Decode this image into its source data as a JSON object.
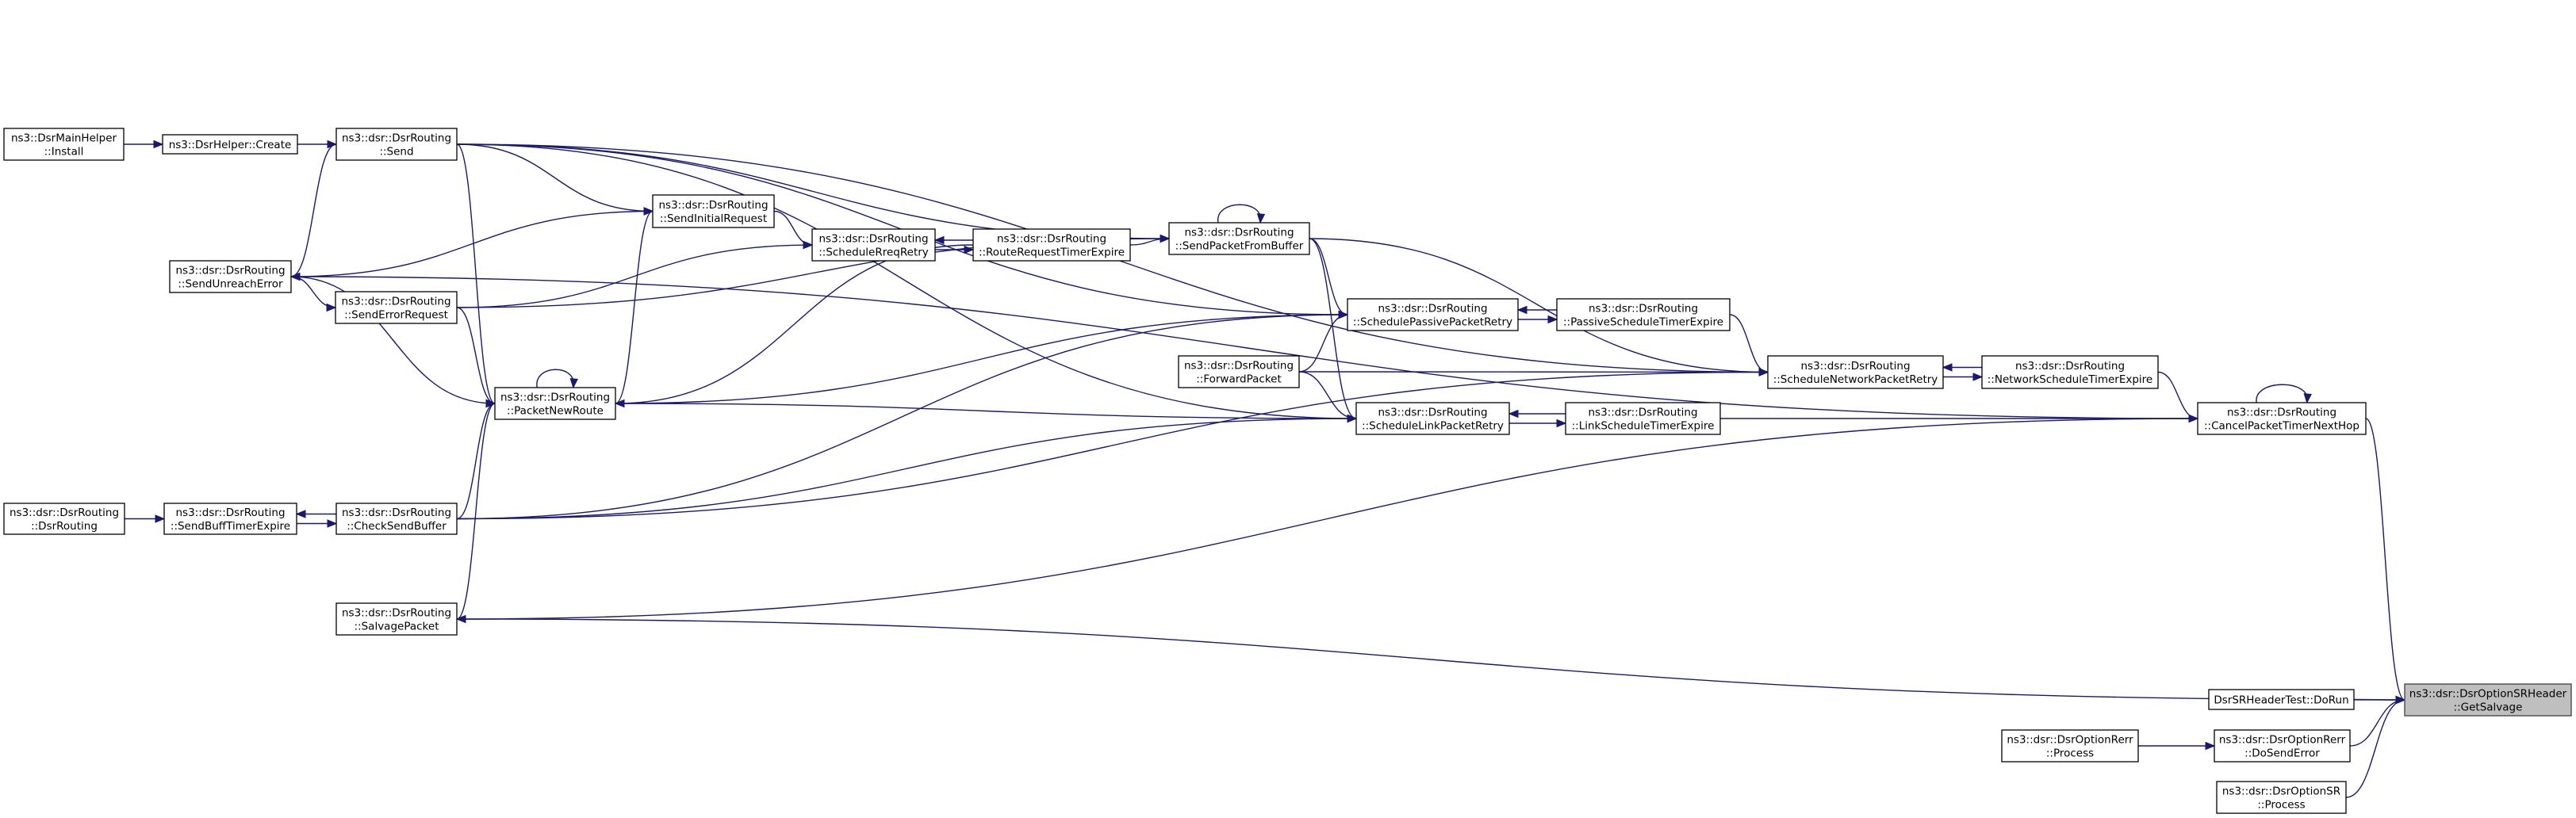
{
  "title": "ns3::dsr::DsrOptionSRHeader::GetSalvage caller graph",
  "colors": {
    "edge": "#191970",
    "focus_fill": "#bfbfbf",
    "node_fill": "#ffffff",
    "node_border": "#000000"
  },
  "nodes": [
    {
      "id": "install",
      "lines": [
        "ns3::DsrMainHelper",
        "::Install"
      ]
    },
    {
      "id": "create",
      "lines": [
        "ns3::DsrHelper::Create"
      ]
    },
    {
      "id": "send",
      "lines": [
        "ns3::dsr::DsrRouting",
        "::Send"
      ]
    },
    {
      "id": "sendUnreach",
      "lines": [
        "ns3::dsr::DsrRouting",
        "::SendUnreachError"
      ]
    },
    {
      "id": "sendErrReq",
      "lines": [
        "ns3::dsr::DsrRouting",
        "::SendErrorRequest"
      ]
    },
    {
      "id": "packetNewRoute",
      "lines": [
        "ns3::dsr::DsrRouting",
        "::PacketNewRoute"
      ]
    },
    {
      "id": "sendInitReq",
      "lines": [
        "ns3::dsr::DsrRouting",
        "::SendInitialRequest"
      ]
    },
    {
      "id": "schedRreq",
      "lines": [
        "ns3::dsr::DsrRouting",
        "::ScheduleRreqRetry"
      ]
    },
    {
      "id": "routeReqTimer",
      "lines": [
        "ns3::dsr::DsrRouting",
        "::RouteRequestTimerExpire"
      ]
    },
    {
      "id": "sendPktBuf",
      "lines": [
        "ns3::dsr::DsrRouting",
        "::SendPacketFromBuffer"
      ]
    },
    {
      "id": "forwardPkt",
      "lines": [
        "ns3::dsr::DsrRouting",
        "::ForwardPacket"
      ]
    },
    {
      "id": "schedPassive",
      "lines": [
        "ns3::dsr::DsrRouting",
        "::SchedulePassivePacketRetry"
      ]
    },
    {
      "id": "passiveTimer",
      "lines": [
        "ns3::dsr::DsrRouting",
        "::PassiveScheduleTimerExpire"
      ]
    },
    {
      "id": "schedLink",
      "lines": [
        "ns3::dsr::DsrRouting",
        "::ScheduleLinkPacketRetry"
      ]
    },
    {
      "id": "linkTimer",
      "lines": [
        "ns3::dsr::DsrRouting",
        "::LinkScheduleTimerExpire"
      ]
    },
    {
      "id": "schedNetwork",
      "lines": [
        "ns3::dsr::DsrRouting",
        "::ScheduleNetworkPacketRetry"
      ]
    },
    {
      "id": "networkTimer",
      "lines": [
        "ns3::dsr::DsrRouting",
        "::NetworkScheduleTimerExpire"
      ]
    },
    {
      "id": "cancelTimer",
      "lines": [
        "ns3::dsr::DsrRouting",
        "::CancelPacketTimerNextHop"
      ]
    },
    {
      "id": "dsrRouting",
      "lines": [
        "ns3::dsr::DsrRouting",
        "::DsrRouting"
      ]
    },
    {
      "id": "sendBuffTimer",
      "lines": [
        "ns3::dsr::DsrRouting",
        "::SendBuffTimerExpire"
      ]
    },
    {
      "id": "checkSendBuf",
      "lines": [
        "ns3::dsr::DsrRouting",
        "::CheckSendBuffer"
      ]
    },
    {
      "id": "salvagePkt",
      "lines": [
        "ns3::dsr::DsrRouting",
        "::SalvagePacket"
      ]
    },
    {
      "id": "getSalvage",
      "lines": [
        "ns3::dsr::DsrOptionSRHeader",
        "::GetSalvage"
      ],
      "focus": true
    },
    {
      "id": "doRun",
      "lines": [
        "DsrSRHeaderTest::DoRun"
      ]
    },
    {
      "id": "doSendError",
      "lines": [
        "ns3::dsr::DsrOptionRerr",
        "::DoSendError"
      ]
    },
    {
      "id": "rerrProcess",
      "lines": [
        "ns3::dsr::DsrOptionRerr",
        "::Process"
      ]
    },
    {
      "id": "srProcess",
      "lines": [
        "ns3::dsr::DsrOptionSR",
        "::Process"
      ]
    }
  ],
  "edges": [
    [
      "install",
      "create"
    ],
    [
      "create",
      "send"
    ],
    [
      "send",
      "sendInitReq"
    ],
    [
      "send",
      "packetNewRoute"
    ],
    [
      "send",
      "sendPktBuf"
    ],
    [
      "send",
      "schedPassive"
    ],
    [
      "send",
      "schedNetwork"
    ],
    [
      "send",
      "schedLink"
    ],
    [
      "send",
      "sendUnreach"
    ],
    [
      "sendUnreach",
      "sendInitReq"
    ],
    [
      "sendUnreach",
      "sendErrReq"
    ],
    [
      "sendUnreach",
      "packetNewRoute"
    ],
    [
      "sendErrReq",
      "schedRreq"
    ],
    [
      "sendErrReq",
      "sendPktBuf"
    ],
    [
      "sendErrReq",
      "packetNewRoute"
    ],
    [
      "packetNewRoute",
      "sendInitReq"
    ],
    [
      "packetNewRoute",
      "packetNewRoute"
    ],
    [
      "packetNewRoute",
      "schedPassive"
    ],
    [
      "packetNewRoute",
      "schedLink"
    ],
    [
      "sendInitReq",
      "schedRreq"
    ],
    [
      "schedRreq",
      "routeReqTimer"
    ],
    [
      "routeReqTimer",
      "schedRreq"
    ],
    [
      "routeReqTimer",
      "sendPktBuf"
    ],
    [
      "routeReqTimer",
      "packetNewRoute"
    ],
    [
      "sendPktBuf",
      "sendPktBuf"
    ],
    [
      "sendPktBuf",
      "schedPassive"
    ],
    [
      "sendPktBuf",
      "schedLink"
    ],
    [
      "sendPktBuf",
      "schedNetwork"
    ],
    [
      "forwardPkt",
      "schedPassive"
    ],
    [
      "forwardPkt",
      "schedLink"
    ],
    [
      "forwardPkt",
      "schedNetwork"
    ],
    [
      "schedPassive",
      "passiveTimer"
    ],
    [
      "passiveTimer",
      "schedPassive"
    ],
    [
      "passiveTimer",
      "schedNetwork"
    ],
    [
      "schedLink",
      "linkTimer"
    ],
    [
      "linkTimer",
      "schedLink"
    ],
    [
      "linkTimer",
      "cancelTimer"
    ],
    [
      "schedNetwork",
      "networkTimer"
    ],
    [
      "networkTimer",
      "schedNetwork"
    ],
    [
      "networkTimer",
      "cancelTimer"
    ],
    [
      "cancelTimer",
      "cancelTimer"
    ],
    [
      "cancelTimer",
      "sendUnreach"
    ],
    [
      "cancelTimer",
      "salvagePkt"
    ],
    [
      "cancelTimer",
      "getSalvage"
    ],
    [
      "dsrRouting",
      "sendBuffTimer"
    ],
    [
      "sendBuffTimer",
      "checkSendBuf"
    ],
    [
      "checkSendBuf",
      "sendBuffTimer"
    ],
    [
      "checkSendBuf",
      "packetNewRoute"
    ],
    [
      "checkSendBuf",
      "schedPassive"
    ],
    [
      "checkSendBuf",
      "schedLink"
    ],
    [
      "checkSendBuf",
      "schedNetwork"
    ],
    [
      "salvagePkt",
      "packetNewRoute"
    ],
    [
      "salvagePkt",
      "getSalvage"
    ],
    [
      "doRun",
      "getSalvage"
    ],
    [
      "rerrProcess",
      "doSendError"
    ],
    [
      "doSendError",
      "getSalvage"
    ],
    [
      "srProcess",
      "getSalvage"
    ]
  ]
}
